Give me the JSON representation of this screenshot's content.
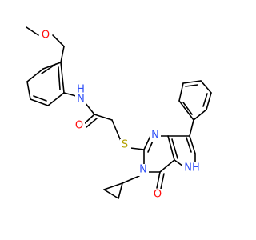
{
  "atoms": {
    "methoxy_o": {
      "text": "O",
      "color": "#ff0d0d"
    },
    "amide_n": {
      "text": "N",
      "color": "#3050f8"
    },
    "amide_h": {
      "text": "H",
      "color": "#3050f8"
    },
    "carbonyl_o": {
      "text": "O",
      "color": "#ff0d0d"
    },
    "thioether_s": {
      "text": "S",
      "color": "#b3a100"
    },
    "ring_n1": {
      "text": "N",
      "color": "#3050f8"
    },
    "ring_n3": {
      "text": "N",
      "color": "#3050f8"
    },
    "pyrrole_nh": {
      "text": "NH",
      "color": "#3050f8"
    },
    "oxo_o": {
      "text": "O",
      "color": "#ff0d0d"
    }
  },
  "bond_color": "#000000"
}
